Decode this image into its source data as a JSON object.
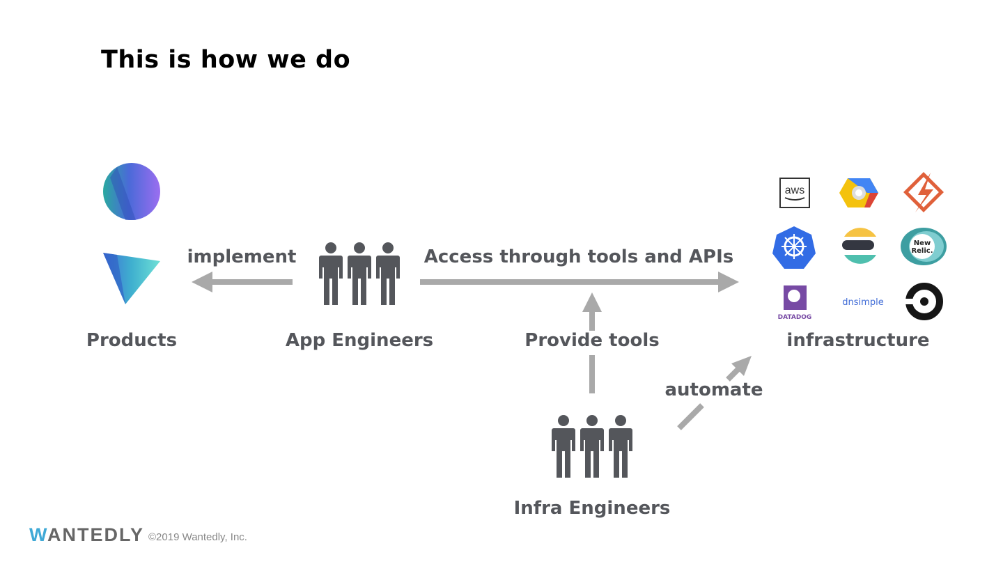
{
  "title": "This is how we do",
  "labels": {
    "products": "Products",
    "app_engineers": "App Engineers",
    "provide_tools": "Provide tools",
    "infrastructure": "infrastructure",
    "infra_engineers": "Infra Engineers",
    "implement": "implement",
    "access": "Access through tools and APIs",
    "automate": "automate"
  },
  "logos": {
    "aws": "aws",
    "newrelic_1": "New",
    "newrelic_2": "Relic.",
    "datadog": "DATADOG",
    "dnsimple": "dnsimple"
  },
  "footer": {
    "brand_first": "W",
    "brand_rest": "ANTEDLY",
    "copyright": "©2019 Wantedly, Inc."
  },
  "colors": {
    "text": "#54565b",
    "arrow": "#a9a9a9",
    "accent": "#3fa9d6"
  }
}
